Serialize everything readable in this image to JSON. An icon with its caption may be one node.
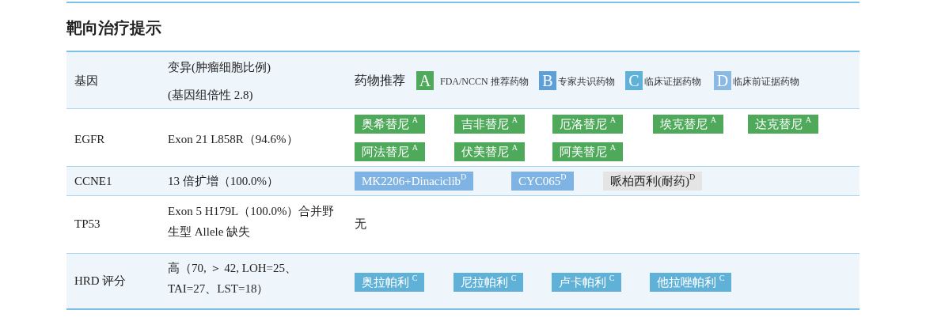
{
  "diagram": {
    "title": "靶向治疗提示",
    "labels": [
      "基因",
      "变异(肿瘤细胞比例)",
      "(基因组倍性 2.8)",
      "药物推荐",
      "A",
      "B",
      "C",
      "D",
      "EGFR",
      "Exon 21 L858R（94.6%）",
      "奥希替尼 $^{A}$",
      "吉非替尼 $^{A}$",
      "厄洛替尼 $^{A}$",
      "埃克替尼 $^{A}$",
      "达克替尼 $^{A}$",
      "阿法替尼 $^{A}$",
      "伏美替尼 $^{A}$",
      "阿美替尼 $^{A}$",
      "CCNE1",
      "13 倍扩增（100.0%）",
      "MK2206+Dinaciclib$^{D}$",
      "CYC065$^{D}$",
      "哌柏西利(耐药)$^{D}$",
      "TP53",
      "Exon 5 H179L（100.0%）合并野生型 Allele 缺失",
      "无",
      "HRD 评分",
      "高（70, ＞ 42, LOH=25、TAI=27、LST=18）",
      "奥拉帕利 $^{C}$",
      "尼拉帕利 $^{C}$",
      "卢卡帕利 $^{C}$",
      "他拉唑帕利 $^{C}$"
    ],
    "legend": [
      {
        "text": "FDA/NCCN 推荐药物",
        "color": "#4fa95a"
      },
      {
        "text": "专家共识药物",
        "color": "#5d9fd6"
      },
      {
        "text": "临床证据药物",
        "color": "#5fb1d8"
      },
      {
        "text": "临床前证据药物",
        "color": "#8ab9e3"
      }
    ]
  }
}
